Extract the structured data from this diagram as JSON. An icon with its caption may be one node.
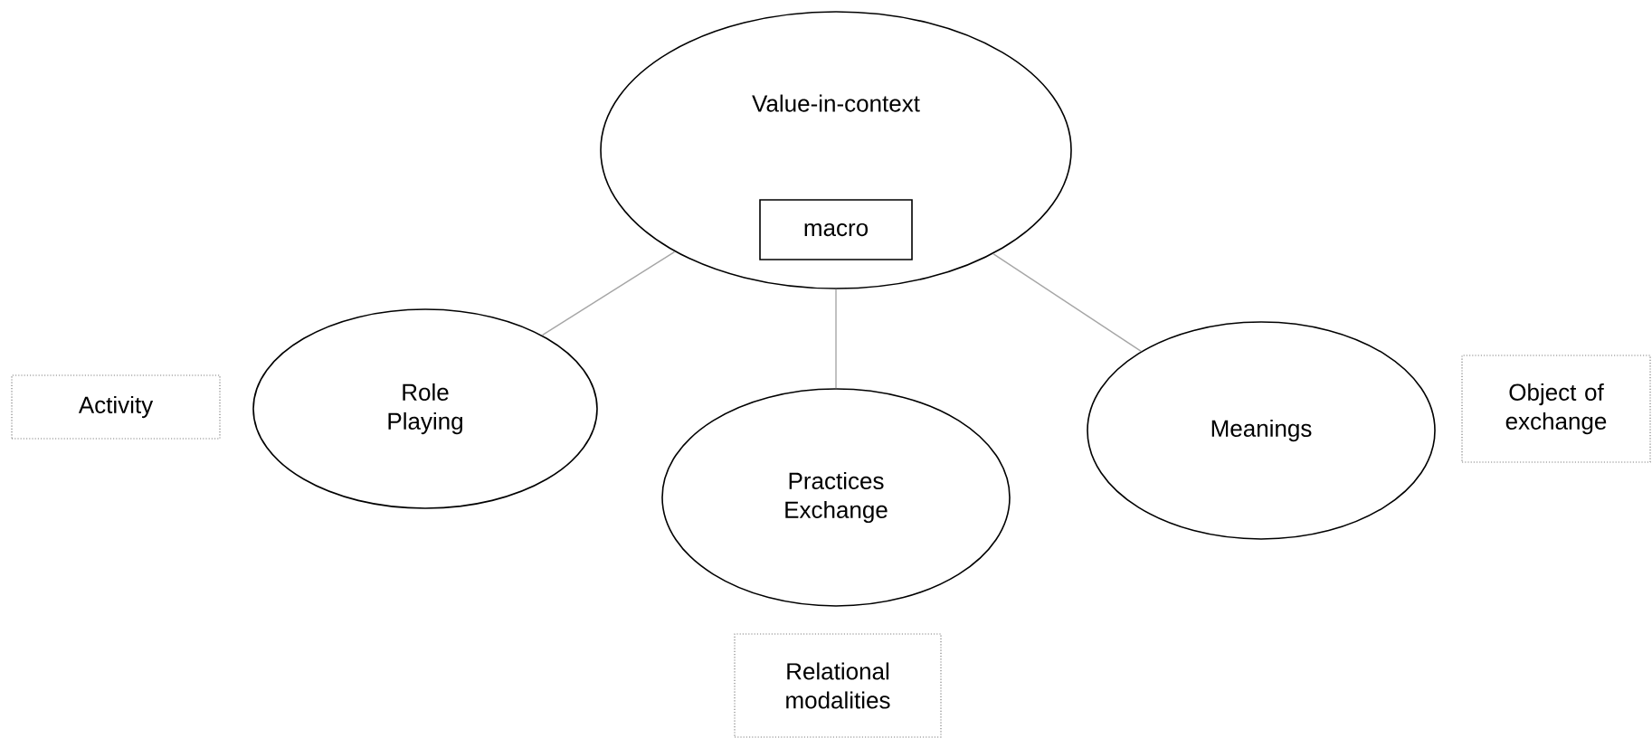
{
  "diagram": {
    "nodes": [
      {
        "text": [
          "Value-in-context"
        ]
      },
      {
        "text": [
          "macro"
        ],
        "in": 0
      },
      {
        "text": [
          "Activity"
        ]
      },
      {
        "text": [
          "Role Playing"
        ]
      },
      {
        "text": [
          "Practices Exchange"
        ]
      },
      {
        "text": [
          "Meanings"
        ]
      },
      {
        "text": [
          "Object of exchange"
        ]
      },
      {
        "text": [
          "Relational modalities"
        ]
      }
    ],
    "edges": [
      {
        "from": 0,
        "to": 3,
        "arrow": "none"
      },
      {
        "from": 0,
        "to": 4,
        "arrow": "none"
      },
      {
        "from": 0,
        "to": 5,
        "arrow": "none"
      }
    ]
  }
}
